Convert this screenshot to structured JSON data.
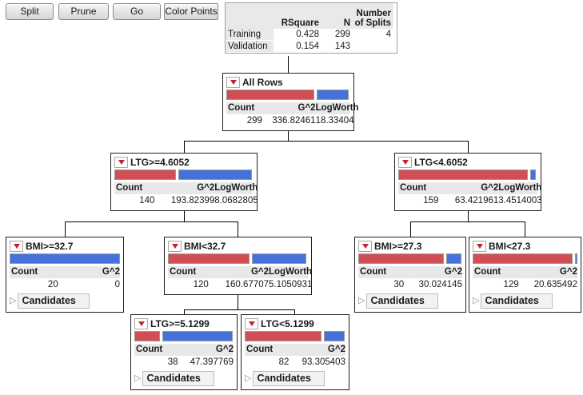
{
  "toolbar": {
    "split_label": "Split",
    "prune_label": "Prune",
    "go_label": "Go",
    "color_points_label": "Color Points"
  },
  "summary_table": {
    "header": {
      "rsquare": "RSquare",
      "n": "N",
      "splits_line1": "Number",
      "splits_line2": "of Splits"
    },
    "rows": [
      {
        "label": "Training",
        "rsquare": "0.428",
        "n": "299",
        "splits": "4"
      },
      {
        "label": "Validation",
        "rsquare": "0.154",
        "n": "143",
        "splits": ""
      }
    ]
  },
  "stats_labels": {
    "count": "Count",
    "g2": "G^2",
    "logworth": "LogWorth",
    "candidates": "Candidates"
  },
  "icons": {
    "node_menu": "red-triangle-down",
    "candidates_disclosure": "triangle-right-outline"
  },
  "colors": {
    "bar_red": "#cf4f55",
    "bar_blue": "#4572d8",
    "header_gray": "#e8e8e8"
  },
  "nodes": [
    {
      "title": "All Rows",
      "count": "299",
      "g2": "336.82461",
      "logworth": "18.33404",
      "red_pct": 71,
      "blue_pct": 26,
      "candidates": false
    },
    {
      "title": "LTG>=4.6052",
      "count": "140",
      "g2": "193.82399",
      "logworth": "8.0682805",
      "red_pct": 44,
      "blue_pct": 53,
      "candidates": false
    },
    {
      "title": "LTG<4.6052",
      "count": "159",
      "g2": "63.421961",
      "logworth": "3.4514003",
      "red_pct": 93,
      "blue_pct": 4,
      "candidates": false
    },
    {
      "title": "BMI>=32.7",
      "count": "20",
      "g2": "0",
      "red_pct": 0,
      "blue_pct": 100,
      "candidates": true
    },
    {
      "title": "BMI<32.7",
      "count": "120",
      "g2": "160.67707",
      "logworth": "5.1050931",
      "red_pct": 58,
      "blue_pct": 39,
      "candidates": false
    },
    {
      "title": "BMI>=27.3",
      "count": "30",
      "g2": "30.024145",
      "red_pct": 82,
      "blue_pct": 15,
      "candidates": true
    },
    {
      "title": "BMI<27.3",
      "count": "129",
      "g2": "20.635492",
      "red_pct": 96,
      "blue_pct": 2,
      "candidates": true
    },
    {
      "title": "LTG>=5.1299",
      "count": "38",
      "g2": "47.397769",
      "red_pct": 26,
      "blue_pct": 71,
      "candidates": true
    },
    {
      "title": "LTG<5.1299",
      "count": "82",
      "g2": "93.305403",
      "red_pct": 76,
      "blue_pct": 21,
      "candidates": true
    }
  ]
}
